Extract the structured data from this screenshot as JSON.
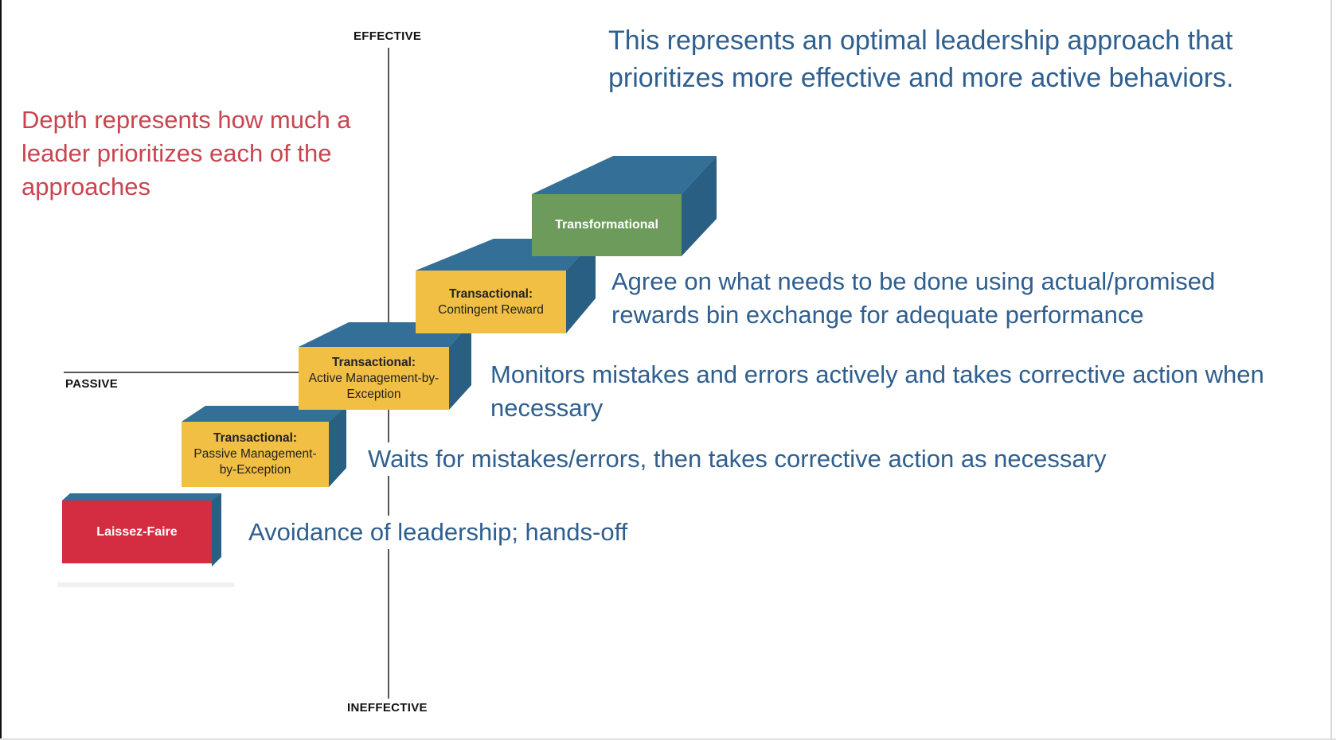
{
  "axes": {
    "top": "EFFECTIVE",
    "bottom": "INEFFECTIVE",
    "left": "PASSIVE"
  },
  "notes": {
    "depth": "Depth represents how much a leader prioritizes each of the approaches",
    "optimal": "This represents an optimal leadership approach that prioritizes more effective and more active behaviors."
  },
  "colors": {
    "blue_side": "#2e6a92",
    "yellow": "#f2bf45",
    "green": "#6c9b5c",
    "red": "#d42c40",
    "text_blue": "#2f5f8f",
    "text_red": "#c9444f"
  },
  "steps": [
    {
      "title": "Laissez-Faire",
      "subtitle": "",
      "description": "Avoidance of leadership; hands-off"
    },
    {
      "title": "Transactional:",
      "subtitle": "Passive Management-by-Exception",
      "description": "Waits for mistakes/errors, then takes corrective action as necessary"
    },
    {
      "title": "Transactional:",
      "subtitle": "Active Management-by-Exception",
      "description": "Monitors mistakes and errors actively and takes corrective action when necessary"
    },
    {
      "title": "Transactional:",
      "subtitle": "Contingent Reward",
      "description": "Agree on what needs to be done using actual/promised rewards bin exchange for adequate performance"
    },
    {
      "title": "Transformational",
      "subtitle": "",
      "description": ""
    }
  ]
}
